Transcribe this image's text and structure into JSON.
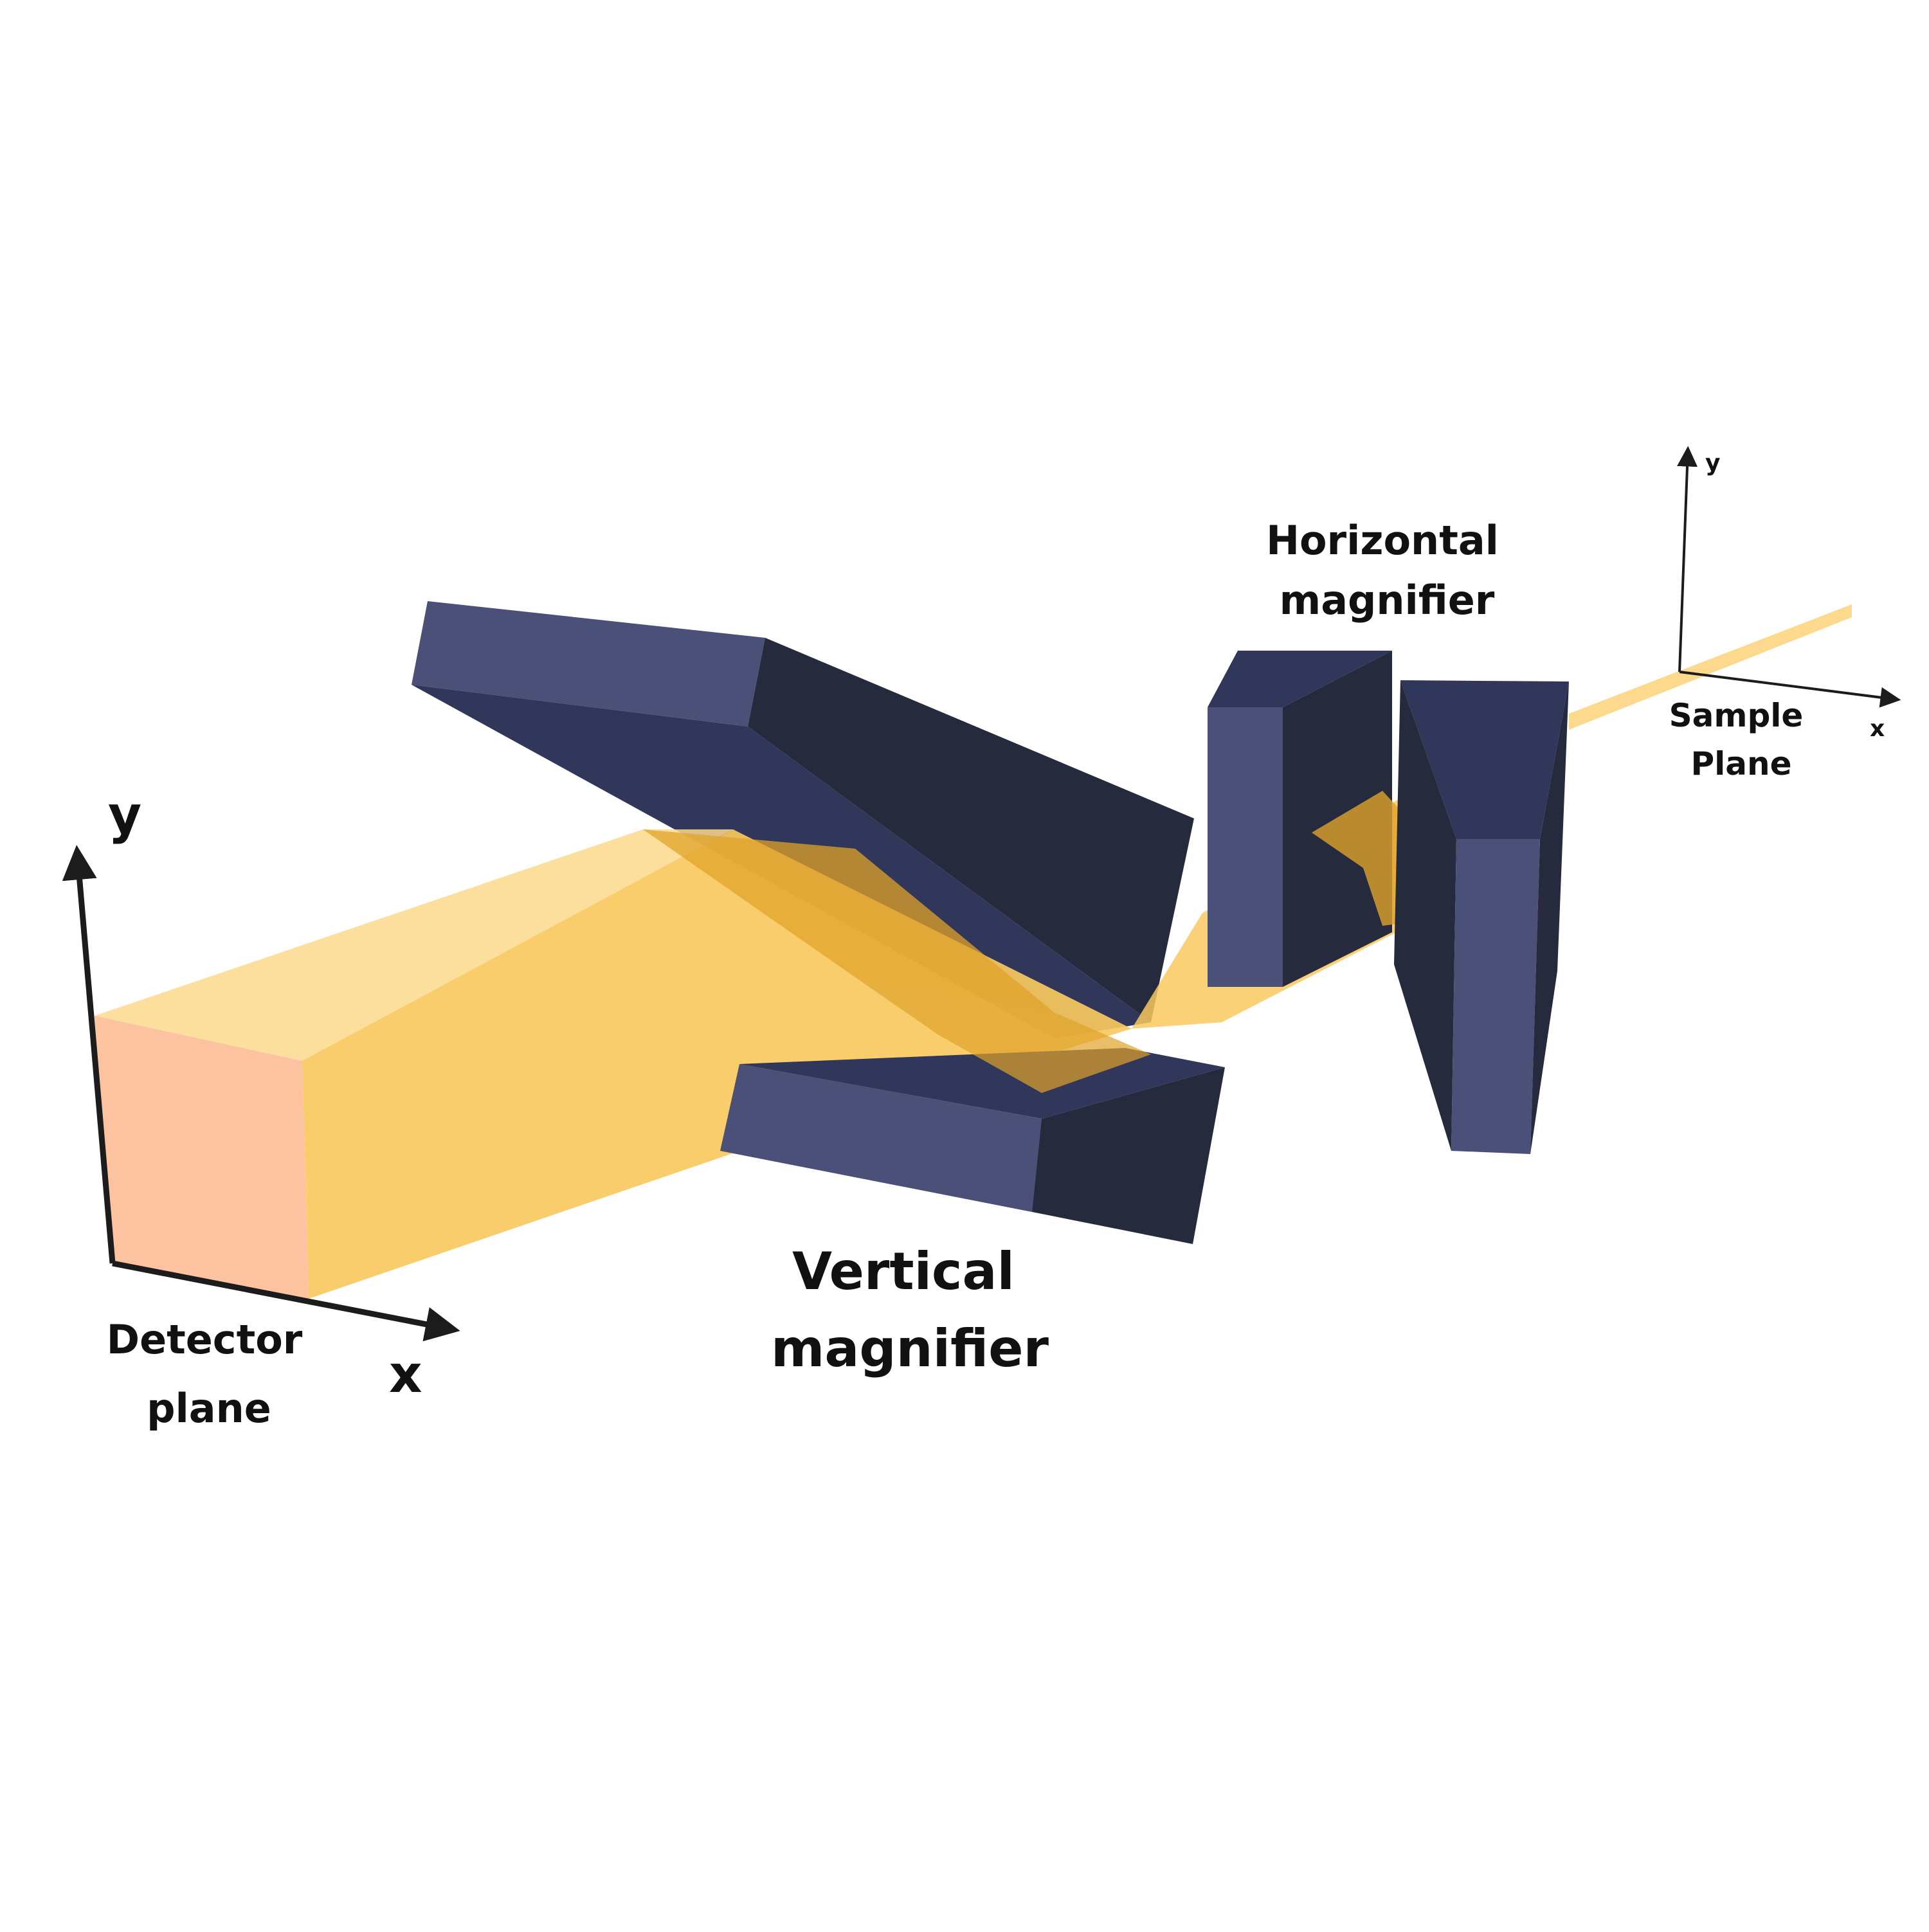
{
  "labels": {
    "detector_line1": "Detector",
    "detector_line2": "plane",
    "vertical_line1": "Vertical",
    "vertical_line2": "magnifier",
    "horizontal_line1": "Horizontal",
    "horizontal_line2": "magnifier",
    "sample_line1": "Sample",
    "sample_line2": "Plane"
  },
  "axes": {
    "detector_y": "y",
    "detector_x": "x",
    "sample_y": "y",
    "sample_x": "x"
  },
  "colors": {
    "mirror_light": "#4a5078",
    "mirror_mid": "#30375a",
    "mirror_dark": "#252a3d",
    "beam_face": "#fdc3a0",
    "beam_side": "#f9c95e",
    "beam_top": "#fcd98c",
    "beam_reflection": "#e0a32a",
    "text": "#111111"
  }
}
